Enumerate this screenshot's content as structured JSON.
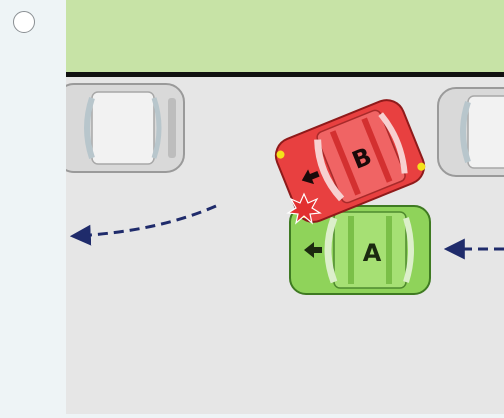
{
  "answer_option": {
    "selected": false
  },
  "diagram": {
    "vehicles": [
      {
        "id": "car-b",
        "label": "B",
        "color": "#e84040",
        "state": "turning-out"
      },
      {
        "id": "car-a",
        "label": "A",
        "color": "#8fd35a",
        "state": "moving-left"
      },
      {
        "id": "parked-left",
        "label": "",
        "color": "#d7d7d7",
        "state": "parked"
      },
      {
        "id": "parked-right",
        "label": "",
        "color": "#d7d7d7",
        "state": "parked"
      }
    ],
    "colors": {
      "verge": "#c7e3a6",
      "road": "#e6e6e6",
      "curb": "#111111",
      "path": "#1f2b6b",
      "impact": "#e23030"
    }
  }
}
